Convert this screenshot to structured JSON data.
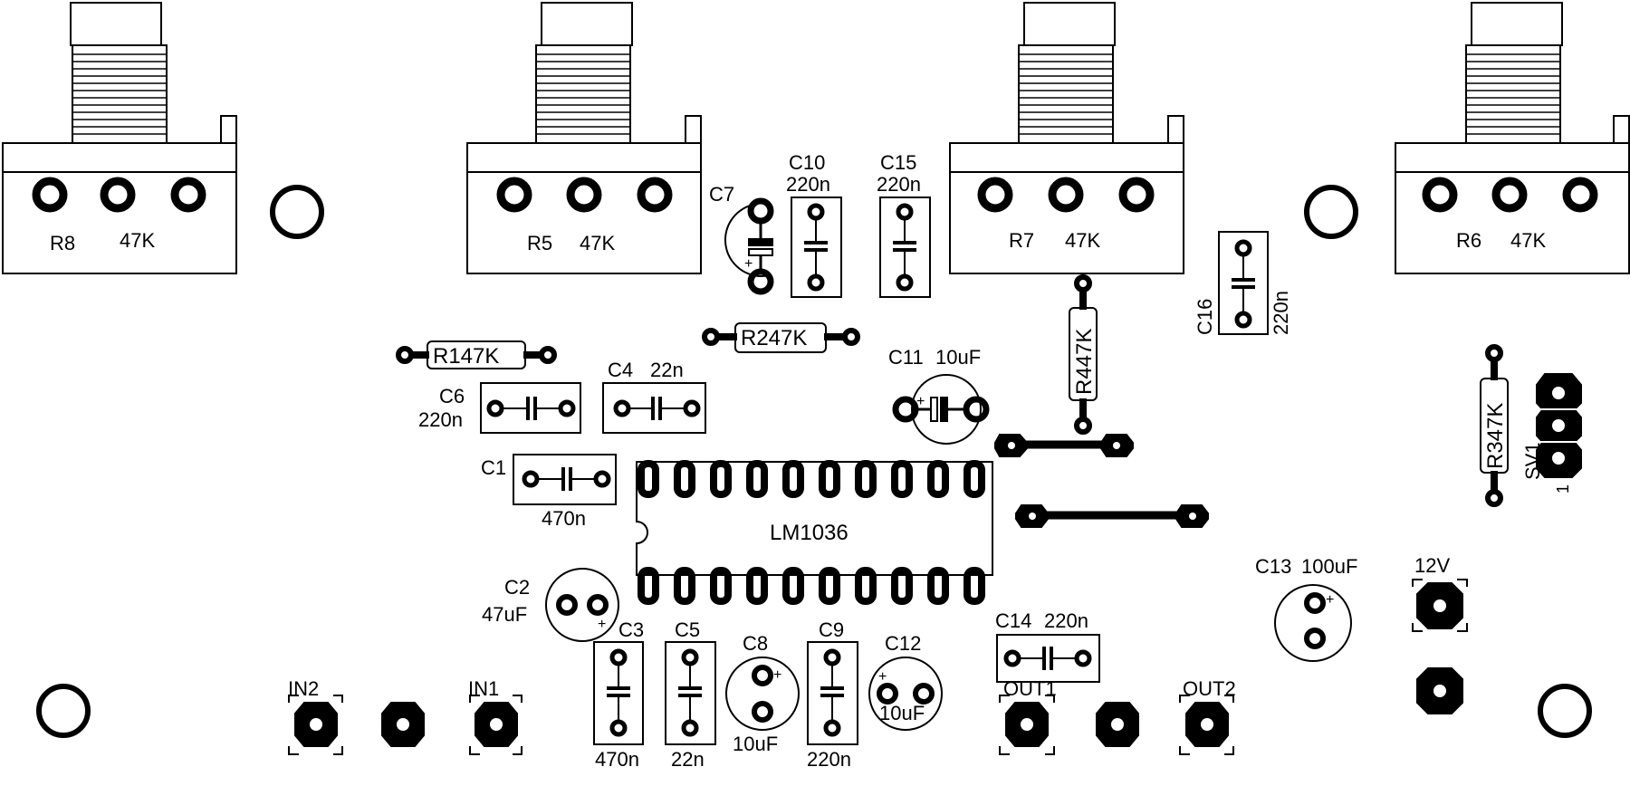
{
  "pots": [
    {
      "ref": "R8",
      "value": "47K"
    },
    {
      "ref": "R5",
      "value": "47K"
    },
    {
      "ref": "R7",
      "value": "47K"
    },
    {
      "ref": "R6",
      "value": "47K"
    }
  ],
  "resistors": [
    {
      "ref": "R1",
      "value": "47K",
      "text": "R147K"
    },
    {
      "ref": "R2",
      "value": "47K",
      "text": "R247K"
    },
    {
      "ref": "R4",
      "value": "47K",
      "text": "R447K"
    },
    {
      "ref": "R3",
      "value": "47K",
      "text": "R347K"
    }
  ],
  "capacitors": [
    {
      "ref": "C1",
      "value": "470n"
    },
    {
      "ref": "C3",
      "value": "470n"
    },
    {
      "ref": "C4",
      "value": "22n"
    },
    {
      "ref": "C5",
      "value": "22n"
    },
    {
      "ref": "C6",
      "value": "220n"
    },
    {
      "ref": "C9",
      "value": "220n"
    },
    {
      "ref": "C10",
      "value": "220n"
    },
    {
      "ref": "C14",
      "value": "220n"
    },
    {
      "ref": "C15",
      "value": "220n"
    },
    {
      "ref": "C16",
      "value": "220n"
    }
  ],
  "electrolytics": [
    {
      "ref": "C2",
      "value": "47uF"
    },
    {
      "ref": "C7",
      "value": ""
    },
    {
      "ref": "C8",
      "value": "10uF"
    },
    {
      "ref": "C11",
      "value": "10uF"
    },
    {
      "ref": "C12",
      "value": "10uF"
    },
    {
      "ref": "C13",
      "value": "100uF"
    }
  ],
  "ic": {
    "ref": "LM1036"
  },
  "header": {
    "ref": "SV1",
    "pin1": "1"
  },
  "connectors": [
    "IN2",
    "IN1",
    "OUT1",
    "OUT2",
    "12V"
  ],
  "polarity_mark": "+",
  "colors": {
    "copper": "#000000",
    "silkscreen": "#000000",
    "board": "#ffffff"
  }
}
